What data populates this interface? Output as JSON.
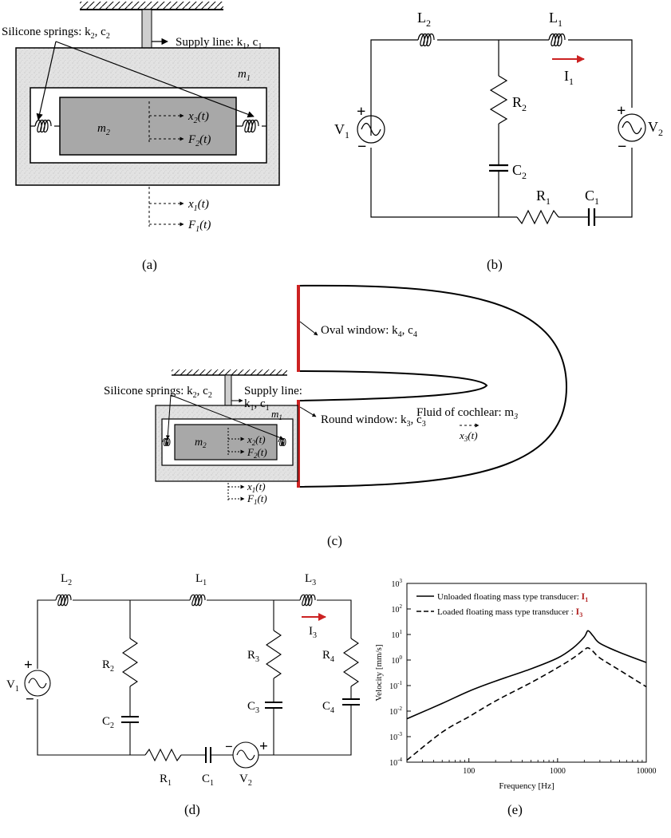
{
  "panel_a": {
    "label": "(a)",
    "springs_label": "Silicone springs: k",
    "springs_sub1": "2",
    "springs_mid": ", c",
    "springs_sub2": "2",
    "supply_label": "Supply line: k",
    "supply_sub1": "1",
    "supply_mid": ", c",
    "supply_sub2": "1",
    "m1": "m",
    "m1_sub": "1",
    "m2": "m",
    "m2_sub": "2",
    "x2": "x",
    "x2_sub": "2",
    "x2_tail": "(t)",
    "F2": "F",
    "F2_sub": "2",
    "F2_tail": "(t)",
    "x1": "x",
    "x1_sub": "1",
    "x1_tail": "(t)",
    "F1": "F",
    "F1_sub": "1",
    "F1_tail": "(t)"
  },
  "panel_b": {
    "label": "(b)",
    "L2": "L",
    "L2_sub": "2",
    "L1": "L",
    "L1_sub": "1",
    "I1": "I",
    "I1_sub": "1",
    "R2": "R",
    "R2_sub": "2",
    "C2": "C",
    "C2_sub": "2",
    "R1": "R",
    "R1_sub": "1",
    "C1": "C",
    "C1_sub": "1",
    "V1": "V",
    "V1_sub": "1",
    "V2": "V",
    "V2_sub": "2",
    "plus": "+",
    "minus": "−"
  },
  "panel_c": {
    "label": "(c)",
    "oval": "Oval window: k",
    "oval_sub1": "4",
    "oval_mid": ", c",
    "oval_sub2": "4",
    "round": "Round window: k",
    "round_sub1": "3",
    "round_mid": ", c",
    "round_sub2": "3",
    "fluid": "Fluid of cochlear: m",
    "fluid_sub": "3",
    "x3": "x",
    "x3_sub": "3",
    "x3_tail": "(t)",
    "springs_label": "Silicone springs: k",
    "springs_sub1": "2",
    "springs_mid": ", c",
    "springs_sub2": "2",
    "supply_line1": "Supply line:",
    "supply_line2": "k",
    "supply_sub1": "1",
    "supply_mid": ", c",
    "supply_sub2": "1",
    "m1": "m",
    "m1_sub": "1",
    "m2": "m",
    "m2_sub": "2",
    "x2": "x",
    "x2_sub": "2",
    "x2_tail": "(t)",
    "F2": "F",
    "F2_sub": "2",
    "F2_tail": "(t)",
    "x1": "x",
    "x1_sub": "1",
    "x1_tail": "(t)",
    "F1": "F",
    "F1_sub": "1",
    "F1_tail": "(t)"
  },
  "panel_d": {
    "label": "(d)",
    "L2": "L",
    "L2_sub": "2",
    "L1": "L",
    "L1_sub": "1",
    "L3": "L",
    "L3_sub": "3",
    "I3": "I",
    "I3_sub": "3",
    "R2": "R",
    "R2_sub": "2",
    "C2": "C",
    "C2_sub": "2",
    "R3": "R",
    "R3_sub": "3",
    "C3": "C",
    "C3_sub": "3",
    "R4": "R",
    "R4_sub": "4",
    "C4": "C",
    "C4_sub": "4",
    "R1": "R",
    "R1_sub": "1",
    "C1": "C",
    "C1_sub": "1",
    "V1": "V",
    "V1_sub": "1",
    "V2": "V",
    "V2_sub": "2",
    "plus": "+",
    "minus": "−"
  },
  "panel_e": {
    "label": "(e)",
    "legend1": "Unloaded floating mass type transducer: ",
    "legend1_i": "I",
    "legend1_sub": "1",
    "legend2": "Loaded floating mass type transducer : ",
    "legend2_i": "I",
    "legend2_sub": "3",
    "highlight_color": "#b22222",
    "chart_data": {
      "type": "line",
      "xlabel": "Frequency [Hz]",
      "ylabel": "Velocity [mm/s]",
      "xscale": "log",
      "yscale": "log",
      "xlim": [
        20,
        10000
      ],
      "ylim": [
        0.0001,
        1000
      ],
      "x_ticks": [
        100,
        1000,
        10000
      ],
      "x_tick_labels": [
        "100",
        "1000",
        "10000"
      ],
      "y_ticks": [
        0.0001,
        0.001,
        0.01,
        0.1,
        1,
        10,
        100,
        1000
      ],
      "y_tick_bases": [
        "10",
        "10",
        "10",
        "10",
        "10",
        "10",
        "10",
        "10"
      ],
      "y_tick_exps": [
        "-4",
        "-3",
        "-2",
        "-1",
        "0",
        "1",
        "2",
        "3"
      ],
      "legend_position": "top-left",
      "series": [
        {
          "style": "solid",
          "x": [
            20,
            50,
            100,
            200,
            500,
            1000,
            1500,
            2000,
            2200,
            2500,
            3000,
            5000,
            10000
          ],
          "y": [
            0.005,
            0.02,
            0.06,
            0.15,
            0.45,
            1.2,
            3,
            8,
            14,
            9,
            4.5,
            2,
            0.8
          ]
        },
        {
          "style": "dashed",
          "x": [
            20,
            50,
            100,
            200,
            500,
            1000,
            1500,
            2000,
            2200,
            2500,
            3000,
            5000,
            10000
          ],
          "y": [
            0.00012,
            0.0015,
            0.006,
            0.025,
            0.13,
            0.5,
            1.2,
            2.5,
            3,
            2.2,
            1.2,
            0.4,
            0.09
          ]
        }
      ]
    }
  }
}
